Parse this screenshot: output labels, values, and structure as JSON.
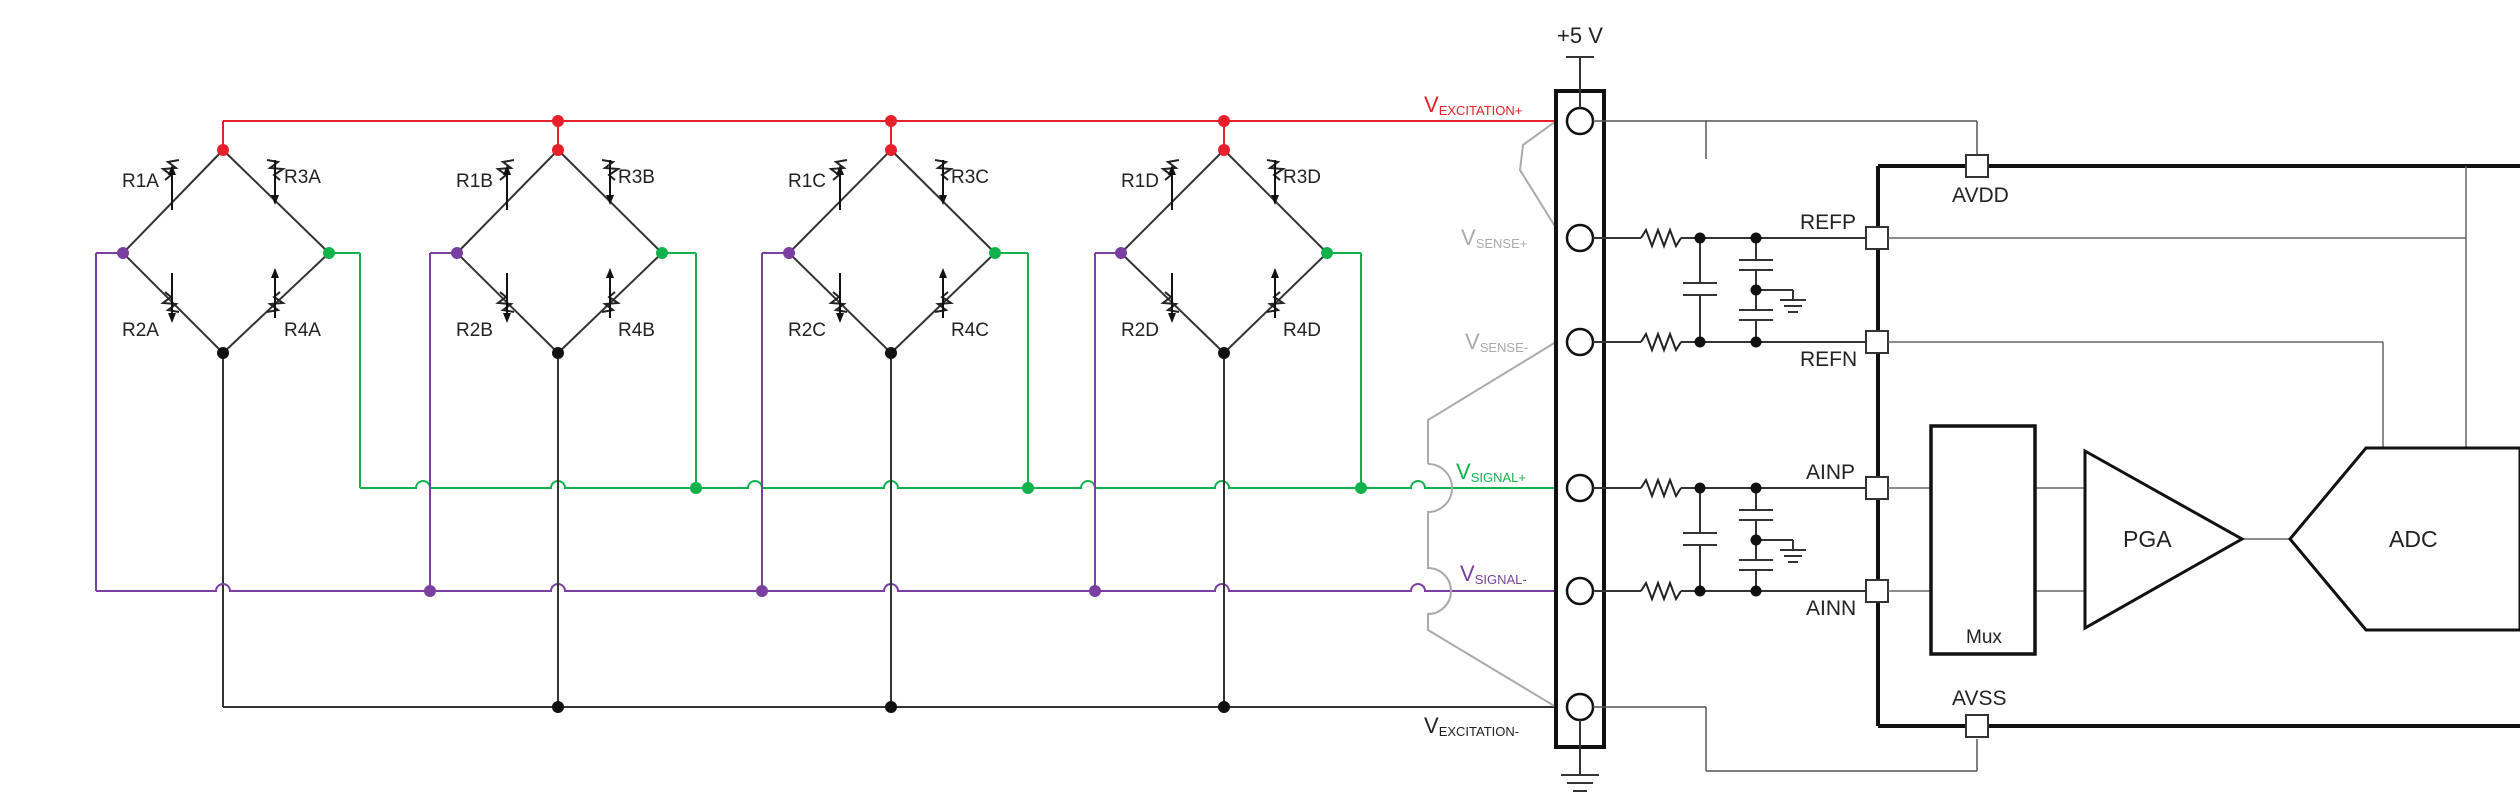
{
  "colors": {
    "excitation": "#e8202a",
    "sense": "#aaaaaa",
    "signal_pos": "#11b24c",
    "signal_neg": "#7a3fa0",
    "wire": "#333333",
    "thin": "#666666"
  },
  "supply": {
    "label": "+5 V"
  },
  "bridges": [
    {
      "r1": "R1A",
      "r2": "R2A",
      "r3": "R3A",
      "r4": "R4A"
    },
    {
      "r1": "R1B",
      "r2": "R2B",
      "r3": "R3B",
      "r4": "R4B"
    },
    {
      "r1": "R1C",
      "r2": "R2C",
      "r3": "R3C",
      "r4": "R4C"
    },
    {
      "r1": "R1D",
      "r2": "R2D",
      "r3": "R3D",
      "r4": "R4D"
    }
  ],
  "connector": {
    "exc_pos": {
      "main": "V",
      "sub": "EXCITATION+"
    },
    "sense_pos": {
      "main": "V",
      "sub": "SENSE+"
    },
    "sense_neg": {
      "main": "V",
      "sub": "SENSE-"
    },
    "sig_pos": {
      "main": "V",
      "sub": "SIGNAL+"
    },
    "sig_neg": {
      "main": "V",
      "sub": "SIGNAL-"
    },
    "exc_neg": {
      "main": "V",
      "sub": "EXCITATION-"
    }
  },
  "adc_pins": {
    "avdd": "AVDD",
    "refp": "REFP",
    "refn": "REFN",
    "ainp": "AINP",
    "ainn": "AINN",
    "avss": "AVSS"
  },
  "blocks": {
    "mux": "Mux",
    "pga": "PGA",
    "adc": "ADC"
  }
}
